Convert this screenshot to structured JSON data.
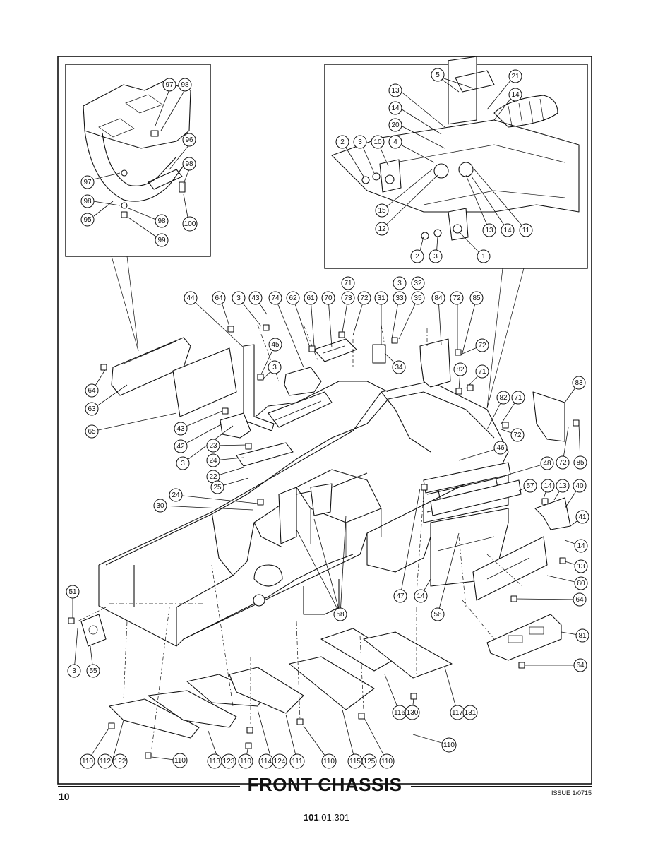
{
  "title": "FRONT CHASSIS",
  "page_number": "10",
  "issue": "ISSUE 1/0715",
  "doc_ref": {
    "bold": "101",
    "rest": ".01.301"
  },
  "callouts": [
    "97",
    "98",
    "96",
    "98",
    "97",
    "98",
    "95",
    "98",
    "100",
    "99",
    "5",
    "21",
    "13",
    "14",
    "14",
    "20",
    "2",
    "3",
    "10",
    "4",
    "15",
    "12",
    "13",
    "14",
    "11",
    "2",
    "3",
    "1",
    "71",
    "3",
    "32",
    "44",
    "64",
    "3",
    "43",
    "74",
    "62",
    "61",
    "70",
    "73",
    "72",
    "31",
    "33",
    "35",
    "84",
    "72",
    "85",
    "45",
    "3",
    "72",
    "34",
    "82",
    "71",
    "64",
    "63",
    "65",
    "43",
    "42",
    "3",
    "82",
    "71",
    "72",
    "83",
    "23",
    "24",
    "22",
    "25",
    "46",
    "72",
    "85",
    "48",
    "57",
    "14",
    "13",
    "40",
    "24",
    "30",
    "41",
    "14",
    "13",
    "80",
    "64",
    "51",
    "58",
    "47",
    "14",
    "56",
    "81",
    "64",
    "3",
    "55",
    "116",
    "130",
    "117",
    "131",
    "110",
    "110",
    "112",
    "122",
    "110",
    "113",
    "123",
    "110",
    "114",
    "124",
    "111",
    "110",
    "115",
    "125",
    "110"
  ]
}
